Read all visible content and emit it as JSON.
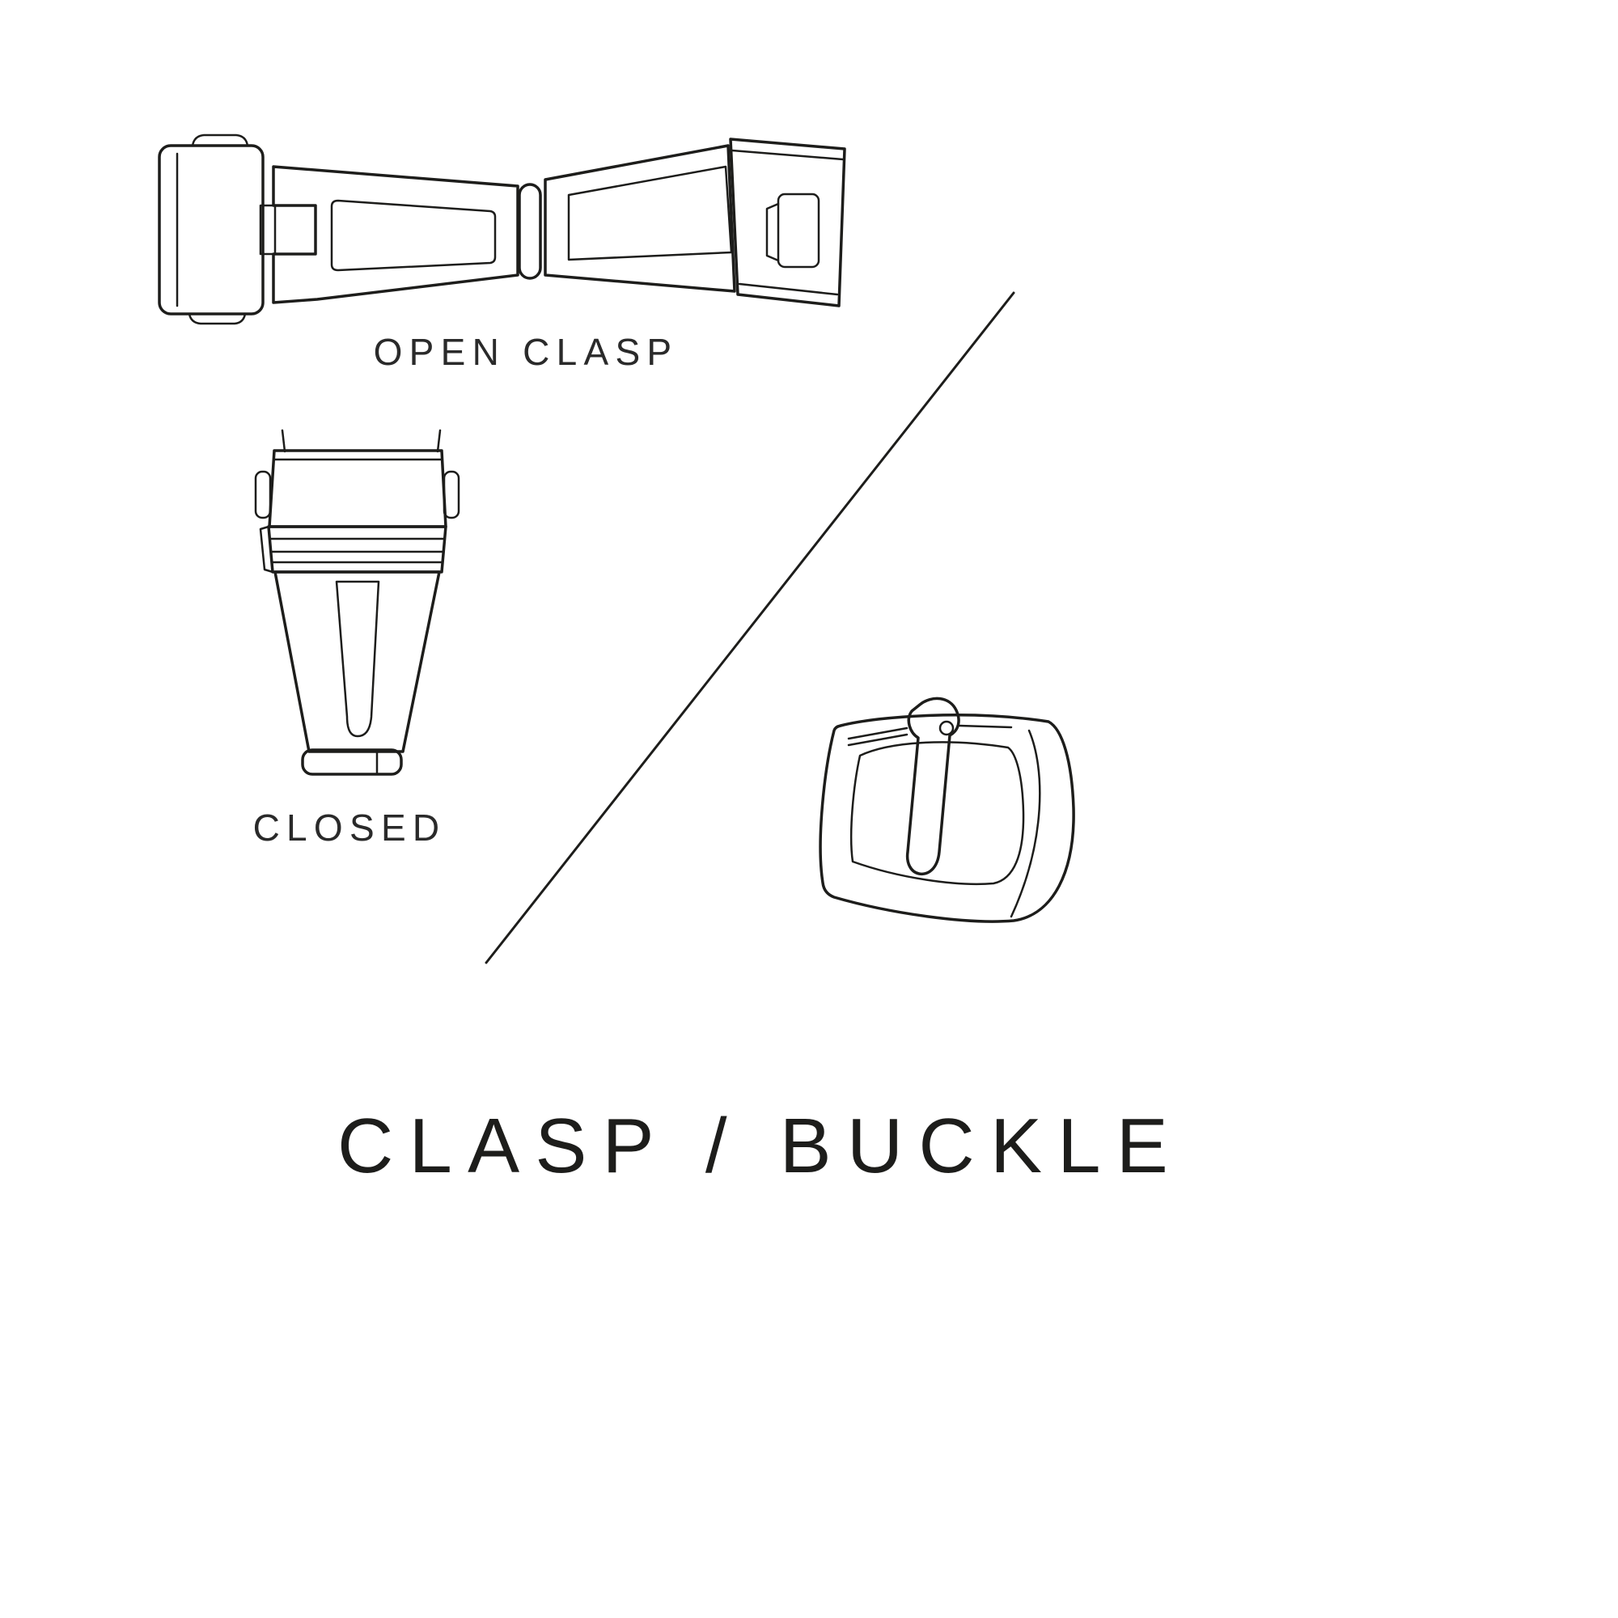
{
  "canvas": {
    "background": "#ffffff",
    "line_color": "#1d1d1b",
    "text_color": "#2a2a2a"
  },
  "diagram": {
    "title": "CLASP / BUCKLE",
    "sections": [
      {
        "id": "open-clasp",
        "label": "OPEN CLASP",
        "illustration": "open-clasp-top-view"
      },
      {
        "id": "closed-clasp",
        "label": "CLOSED",
        "illustration": "closed-clasp-front-view"
      },
      {
        "id": "buckle",
        "illustration": "tang-buckle-perspective"
      }
    ],
    "divider": "diagonal-line"
  }
}
